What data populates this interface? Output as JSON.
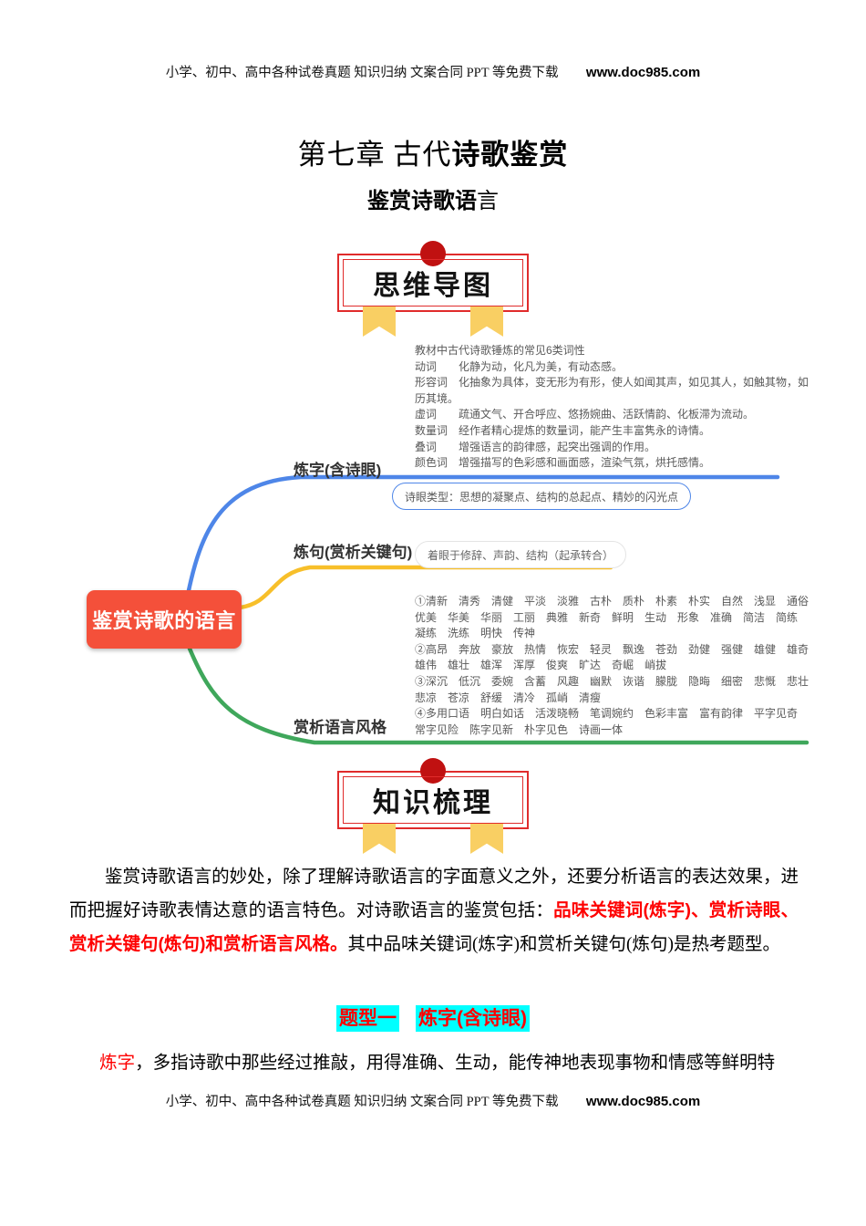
{
  "bar": {
    "text": "小学、初中、高中各种试卷真题 知识归纳 文案合同 PPT 等免费下载",
    "site": "www.doc985.com"
  },
  "title": {
    "prefix": "第七章 古代",
    "emphasis": "诗歌鉴赏"
  },
  "subtitle": {
    "main": "鉴赏诗歌语",
    "tail": "言"
  },
  "badges": {
    "mindmap": "思维导图",
    "knowledge": "知识梳理"
  },
  "mindmap": {
    "root_label": "鉴赏诗歌的语言",
    "branch1_label": "炼字(含诗眼)",
    "notes_title": "教材中古代诗歌锤炼的常见6类词性",
    "notes": [
      "动词　　化静为动，化凡为美，有动态感。",
      "形容词　化抽象为具体，变无形为有形，使人如闻其声，如见其人，如触其物，如历其境。",
      "虚词　　疏通文气、开合呼应、悠扬婉曲、活跃情韵、化板滞为流动。",
      "数量词　经作者精心提炼的数量词，能产生丰富隽永的诗情。",
      "叠词　　增强语言的韵律感，起突出强调的作用。",
      "颜色词　增强描写的色彩感和画面感，渲染气氛，烘托感情。"
    ],
    "branch1_bubble": "诗眼类型：思想的凝聚点、结构的总起点、精妙的闪光点",
    "branch2_label": "炼句(赏析关键句)",
    "branch2_bubble": "着眼于修辞、声韵、结构（起承转合）",
    "branch3_label": "赏析语言风格",
    "style_groups": [
      "①清新　清秀　清健　平淡　淡雅　古朴　质朴　朴素　朴实　自然　浅显　通俗　优美　华美　华丽　工丽　典雅　新奇　鲜明　生动　形象　准确　简洁　简练　凝练　洗练　明快　传神",
      "②高昂　奔放　豪放　热情　恢宏　轻灵　飘逸　苍劲　劲健　强健　雄健　雄奇　雄伟　雄壮　雄浑　浑厚　俊爽　旷达　奇崛　峭拔",
      "③深沉　低沉　委婉　含蓄　风趣　幽默　诙谐　朦胧　隐晦　细密　悲慨　悲壮　悲凉　苍凉　舒缓　清冷　孤峭　清瘦",
      "④多用口语　明白如话　活泼晓畅　笔调婉约　色彩丰富　富有韵律　平字见奇　常字见险　陈字见新　朴字见色　诗画一体"
    ],
    "colors": {
      "root_bg": "#f4503a",
      "branch1": "#4e86e8",
      "branch2": "#f7bf2a",
      "branch3": "#3fa75b"
    }
  },
  "knowledge": {
    "para1_lead": "鉴赏诗歌语言的妙处，除了理解诗歌语言的字面意义之外，还要分析语言的表达效果，进而把握好诗歌表情达意的语言特色。对诗歌语言的鉴赏包括：",
    "para1_red": "品味关键词(炼字)、赏析诗眼、赏析关键句(炼句)和赏析语言风格。",
    "para1_tail": "其中品味关键词(炼字)和赏析关键句(炼句)是热考题型。",
    "section_no": "题型一",
    "section_name": "炼字(含诗眼)",
    "para2_red": "炼字",
    "para2_tail": "，多指诗歌中那些经过推敲，用得准确、生动，能传神地表现事物和情感等鲜明特"
  },
  "accent_colors": {
    "stamp_border": "#e02b2b",
    "stamp_dot": "#c01111",
    "ribbon": "#f9cf63",
    "highlight": "#00ffff",
    "red_text": "#fe0000"
  }
}
